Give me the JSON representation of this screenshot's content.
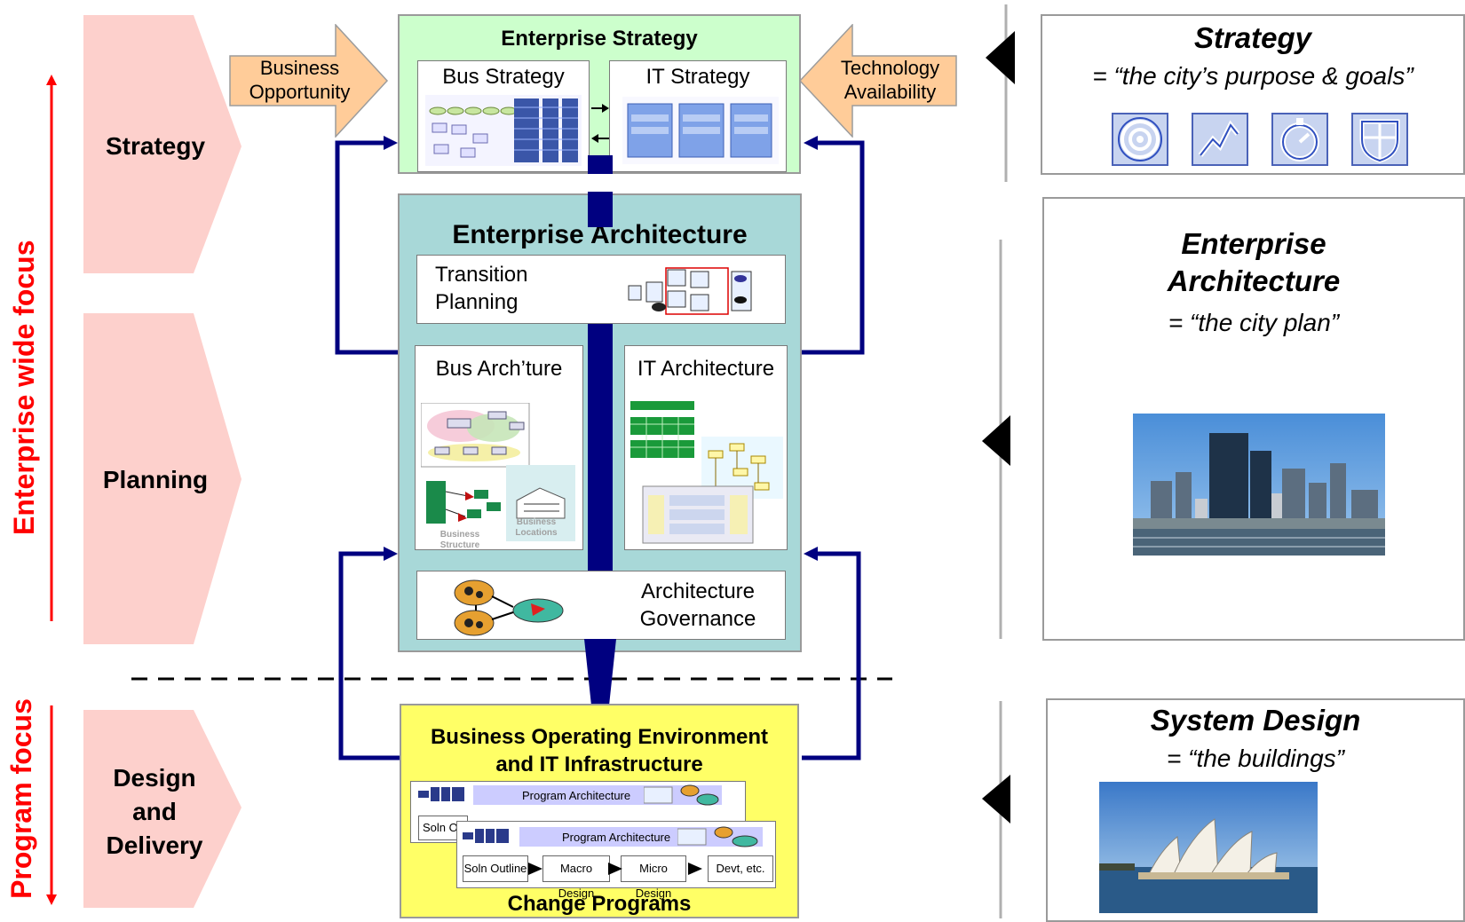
{
  "left": {
    "enterprise_focus": "Enterprise wide focus",
    "program_focus": "Program  focus",
    "phases": {
      "strategy": "Strategy",
      "planning": "Planning",
      "design": "Design and Delivery"
    }
  },
  "enterprise_strategy": {
    "title": "Enterprise Strategy",
    "bus_strategy": "Bus Strategy",
    "it_strategy": "IT Strategy",
    "business_opportunity": "Business Opportunity",
    "technology_availability": "Technology Availability"
  },
  "enterprise_architecture": {
    "title": "Enterprise Architecture",
    "transition_planning": "Transition Planning",
    "bus_architecture": "Bus Arch’ture",
    "it_architecture": "IT Architecture",
    "business_structure": "Business Structure",
    "business_locations": "Business Locations",
    "architecture_governance": "Architecture Governance"
  },
  "boe": {
    "title": "Business Operating Environment and IT Infrastructure",
    "program_architecture": "Program Architecture",
    "steps": [
      "Soln Outline",
      "Macro Design",
      "Micro Design",
      "Devt, etc."
    ],
    "back_step": "Soln O",
    "change_programs": "Change Programs"
  },
  "right": {
    "strategy_title": "Strategy",
    "strategy_sub": "= “the city’s purpose & goals”",
    "ea_title": "Enterprise Architecture",
    "ea_sub": "= “the city plan”",
    "sd_title": "System Design",
    "sd_sub": "= “the buildings”"
  },
  "colors": {
    "phase_pink": "#fdd0cc",
    "strategy_green": "#ccffcc",
    "ea_teal": "#a8d8d8",
    "boe_yellow": "#ffff66",
    "arrow_orange": "#ffcc99",
    "flow_navy": "#000080",
    "focus_red": "#ff0000"
  },
  "icons": [
    "target-icon",
    "chart-line-icon",
    "stopwatch-icon",
    "shield-icon"
  ]
}
